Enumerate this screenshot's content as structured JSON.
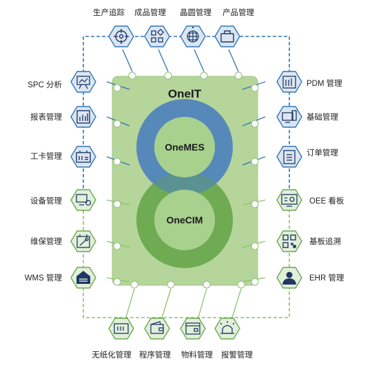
{
  "platform": {
    "title": "OneIT",
    "mes_label": "OneMES",
    "cim_label": "OneCIM"
  },
  "modules": {
    "top": [
      "生产追踪",
      "成品管理",
      "晶圆管理",
      "产品管理"
    ],
    "left": [
      "SPC 分析",
      "报表管理",
      "工卡管理",
      "设备管理",
      "维保管理",
      "WMS 管理"
    ],
    "right": [
      "PDM 管理",
      "基础管理",
      "订单管理",
      "OEE 看板",
      "基板追溯",
      "EHR 管理"
    ],
    "bottom": [
      "无纸化管理",
      "程序管理",
      "物料管理",
      "报警管理"
    ]
  },
  "colors": {
    "panel": "#b5d59a",
    "mes_ring": "#4f81bd",
    "cim_ring": "#6aa84f",
    "inner": "#a9d18e",
    "hex_blue": "#dce6f2",
    "hex_green": "#e2efda",
    "line_blue": "#2e75b6",
    "line_green": "#8bc26b"
  }
}
